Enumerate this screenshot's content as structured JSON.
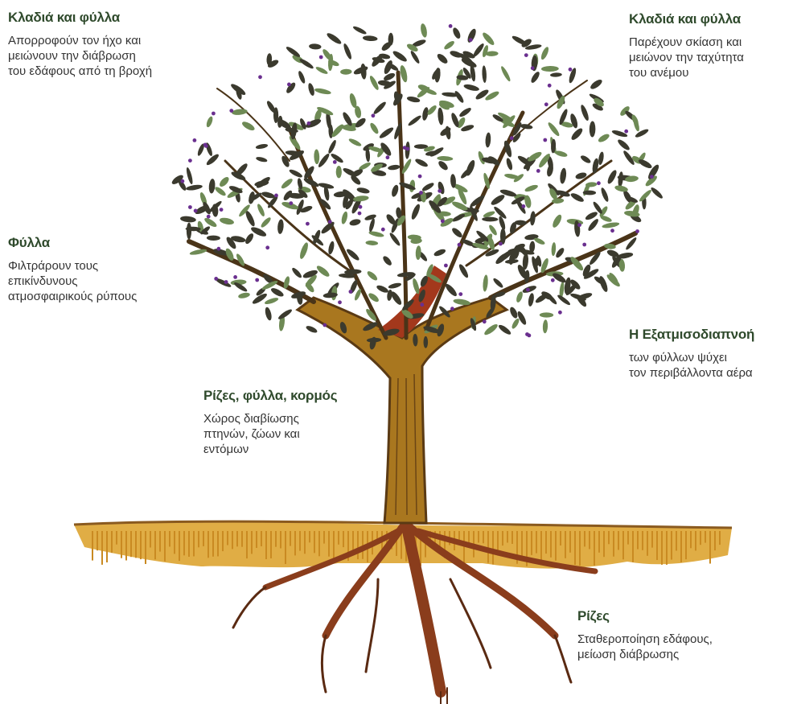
{
  "callouts": [
    {
      "title": "Κλαδιά και φύλλα",
      "desc": "Απορροφούν τον ήχο και\nμειώνουν την διάβρωση\nτου εδάφους από τη βροχή"
    },
    {
      "title": "Κλαδιά και φύλλα",
      "desc": "Παρέχουν σκίαση και\nμειώνον την ταχύτητα\nτου ανέμου"
    },
    {
      "title": "Φύλλα",
      "desc": "Φιλτράρουν τους\nεπικίνδυνους\nατμοσφαιρικούς ρύπους"
    },
    {
      "title": "Η Εξατμισοδιαπνοή",
      "desc": "των φύλλων ψύχει\nτον περιβάλλοντα αέρα"
    },
    {
      "title": "Ρίζες, φύλλα, κορμός",
      "desc": "Χώρος διαβίωσης\nπτηνών, ζώων και\nεντόμων"
    },
    {
      "title": "Ρίζες",
      "desc": "Σταθεροποίηση εδάφους,\nμείωση διάβρωσης"
    }
  ],
  "colors": {
    "title_green": "#2f4a2c",
    "leaf_dark": "#3b3a2e",
    "leaf_green": "#6e8a55",
    "berry": "#6a2f8f",
    "trunk": "#a9771f",
    "trunk_dark": "#5a3a14",
    "soil": "#e0ad45",
    "roots": "#8a3d1c"
  }
}
